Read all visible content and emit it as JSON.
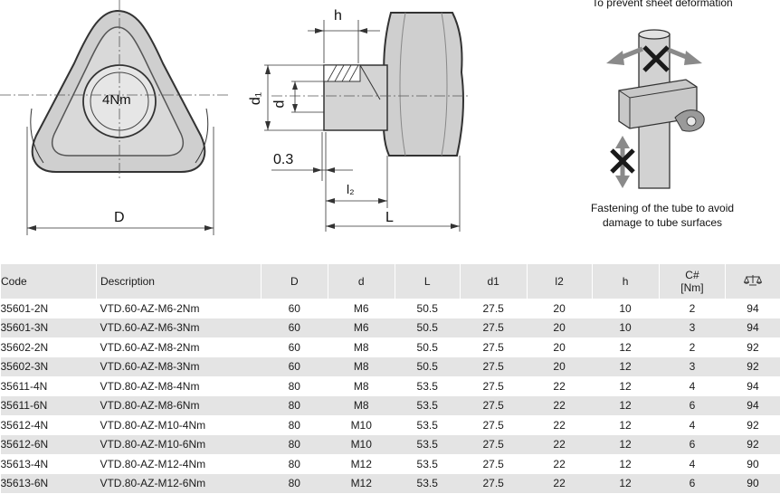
{
  "drawings": {
    "front_view": {
      "torque_marking": "4Nm",
      "dimension_D": "D"
    },
    "side_view": {
      "dimension_h": "h",
      "dimension_d1": "d₁",
      "dimension_d": "d",
      "dimension_gap": "0.3",
      "dimension_l2": "l₂",
      "dimension_L": "L"
    },
    "application": {
      "top_note": "To prevent sheet deformation",
      "bottom_note_line1": "Fastening of the tube to avoid",
      "bottom_note_line2": "damage to tube surfaces",
      "colors": {
        "arrow": "#8a8a8a",
        "cross": "#1a1a1a",
        "block": "#c8c8c8"
      }
    }
  },
  "table": {
    "headers": {
      "code": "Code",
      "description": "Description",
      "D": "D",
      "d": "d",
      "L": "L",
      "d1": "d1",
      "l2": "l2",
      "h": "h",
      "c_line1": "C#",
      "c_line2": "[Nm]",
      "weight_icon": "balance-scale-icon"
    },
    "rows": [
      [
        "35601-2N",
        "VTD.60-AZ-M6-2Nm",
        "60",
        "M6",
        "50.5",
        "27.5",
        "20",
        "10",
        "2",
        "94"
      ],
      [
        "35601-3N",
        "VTD.60-AZ-M6-3Nm",
        "60",
        "M6",
        "50.5",
        "27.5",
        "20",
        "10",
        "3",
        "94"
      ],
      [
        "35602-2N",
        "VTD.60-AZ-M8-2Nm",
        "60",
        "M8",
        "50.5",
        "27.5",
        "20",
        "12",
        "2",
        "92"
      ],
      [
        "35602-3N",
        "VTD.60-AZ-M8-3Nm",
        "60",
        "M8",
        "50.5",
        "27.5",
        "20",
        "12",
        "3",
        "92"
      ],
      [
        "35611-4N",
        "VTD.80-AZ-M8-4Nm",
        "80",
        "M8",
        "53.5",
        "27.5",
        "22",
        "12",
        "4",
        "94"
      ],
      [
        "35611-6N",
        "VTD.80-AZ-M8-6Nm",
        "80",
        "M8",
        "53.5",
        "27.5",
        "22",
        "12",
        "6",
        "94"
      ],
      [
        "35612-4N",
        "VTD.80-AZ-M10-4Nm",
        "80",
        "M10",
        "53.5",
        "27.5",
        "22",
        "12",
        "4",
        "92"
      ],
      [
        "35612-6N",
        "VTD.80-AZ-M10-6Nm",
        "80",
        "M10",
        "53.5",
        "27.5",
        "22",
        "12",
        "6",
        "92"
      ],
      [
        "35613-4N",
        "VTD.80-AZ-M12-4Nm",
        "80",
        "M12",
        "53.5",
        "27.5",
        "22",
        "12",
        "4",
        "90"
      ],
      [
        "35613-6N",
        "VTD.80-AZ-M12-6Nm",
        "80",
        "M12",
        "53.5",
        "27.5",
        "22",
        "12",
        "6",
        "90"
      ]
    ]
  }
}
